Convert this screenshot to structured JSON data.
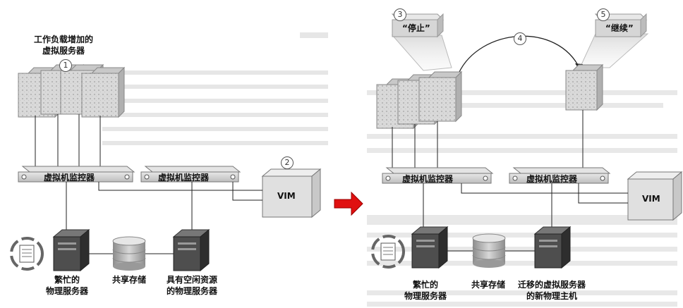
{
  "left": {
    "workload_title_line1": "工作负载增加的",
    "workload_title_line2": "虚拟服务器",
    "step1": "1",
    "step2": "2",
    "hv1_label": "虚拟机监控器",
    "hv2_label": "虚拟机监控器",
    "vim_label": "VIM",
    "busy_line1": "繁忙的",
    "busy_line2": "物理服务器",
    "storage_label": "共享存储",
    "idle_line1": "具有空闲资源",
    "idle_line2": "的物理服务器"
  },
  "right": {
    "step3": "3",
    "step4": "4",
    "step5": "5",
    "stop_label": "“停止”",
    "resume_label": "“继续”",
    "hv1_label": "虚拟机监控器",
    "hv2_label": "虚拟机监控器",
    "vim_label": "VIM",
    "busy_line1": "繁忙的",
    "busy_line2": "物理服务器",
    "storage_label": "共享存储",
    "new_host_line1": "迁移的虚拟服务器",
    "new_host_line2": "的新物理主机"
  },
  "colors": {
    "arrow": "#e01010",
    "server": "#d4d4d4",
    "hypervisor": "#cfcfcf",
    "vim": "#e0e0e0"
  }
}
